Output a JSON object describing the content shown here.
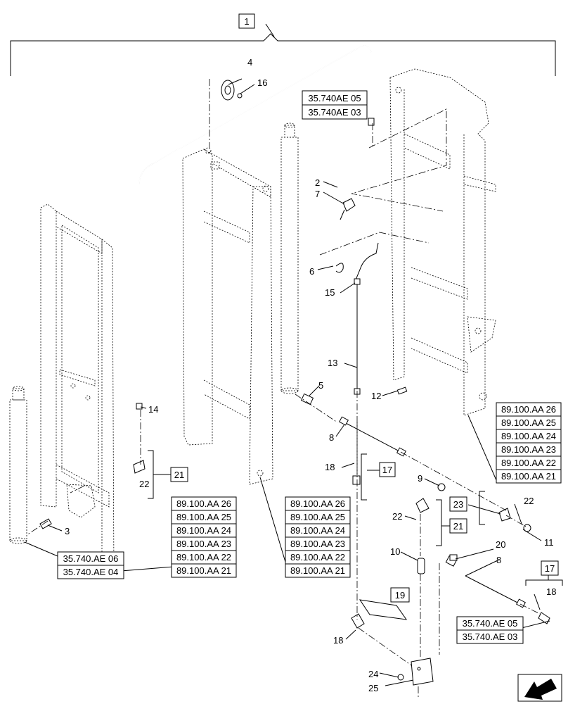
{
  "callouts": {
    "c1": "1",
    "c2": "2",
    "c3": "3",
    "c4": "4",
    "c5": "5",
    "c6": "6",
    "c7": "7",
    "c8a": "8",
    "c8b": "8",
    "c9": "9",
    "c10": "10",
    "c11": "11",
    "c12": "12",
    "c13": "13",
    "c14": "14",
    "c15": "15",
    "c16": "16",
    "c17a": "17",
    "c17b": "17",
    "c18a": "18",
    "c18b": "18",
    "c18c": "18",
    "c19": "19",
    "c20": "20",
    "c21a": "21",
    "c21b": "21",
    "c22a": "22",
    "c22b": "22",
    "c22c": "22",
    "c23": "23",
    "c24": "24",
    "c25": "25"
  },
  "ref_groups": {
    "top_center": [
      "35.740AE 05",
      "35.740AE 03"
    ],
    "bottom_left": [
      "35.740.AE 06",
      "35.740.AE 04"
    ],
    "bottom_right": [
      "35.740.AE 05",
      "35.740.AE 03"
    ],
    "stack_left": [
      "89.100.AA 26",
      "89.100.AA 25",
      "89.100.AA 24",
      "89.100.AA 23",
      "89.100.AA 22",
      "89.100.AA 21"
    ],
    "stack_mid": [
      "89.100.AA 26",
      "89.100.AA 25",
      "89.100.AA 24",
      "89.100.AA 23",
      "89.100.AA 22",
      "89.100.AA 21"
    ],
    "stack_right": [
      "89.100.AA 26",
      "89.100.AA 25",
      "89.100.AA 24",
      "89.100.AA 23",
      "89.100.AA 22",
      "89.100.AA 21"
    ]
  }
}
